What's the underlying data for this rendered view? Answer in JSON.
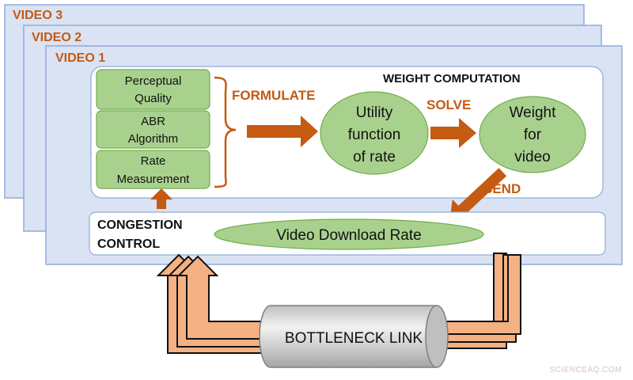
{
  "video_layers": [
    "VIDEO 3",
    "VIDEO 2",
    "VIDEO 1"
  ],
  "weight_computation": {
    "title": "WEIGHT COMPUTATION",
    "inputs": [
      [
        "Perceptual",
        "Quality"
      ],
      [
        "ABR",
        "Algorithm"
      ],
      [
        "Rate",
        "Measurement"
      ]
    ],
    "formulate_label": "FORMULATE",
    "utility_node": [
      "Utility",
      "function",
      "of rate"
    ],
    "solve_label": "SOLVE",
    "weight_node": [
      "Weight",
      "for",
      "video"
    ],
    "send_label": "SEND"
  },
  "congestion_control": {
    "label_lines": [
      "CONGESTION",
      "CONTROL"
    ],
    "download_rate": "Video Download Rate"
  },
  "bottleneck": "BOTTLENECK LINK",
  "watermark": "SCIENCEAQ.COM",
  "colors": {
    "layer_fill": "#dae3f3",
    "layer_stroke": "#8faadc",
    "video_label": "#c55a11",
    "arrow": "#c55a11",
    "green_fill": "#a9d18e",
    "green_stroke": "#70ad47",
    "pipe_fill": "#f4b183",
    "cylinder_fill": "#d9d9d9"
  }
}
